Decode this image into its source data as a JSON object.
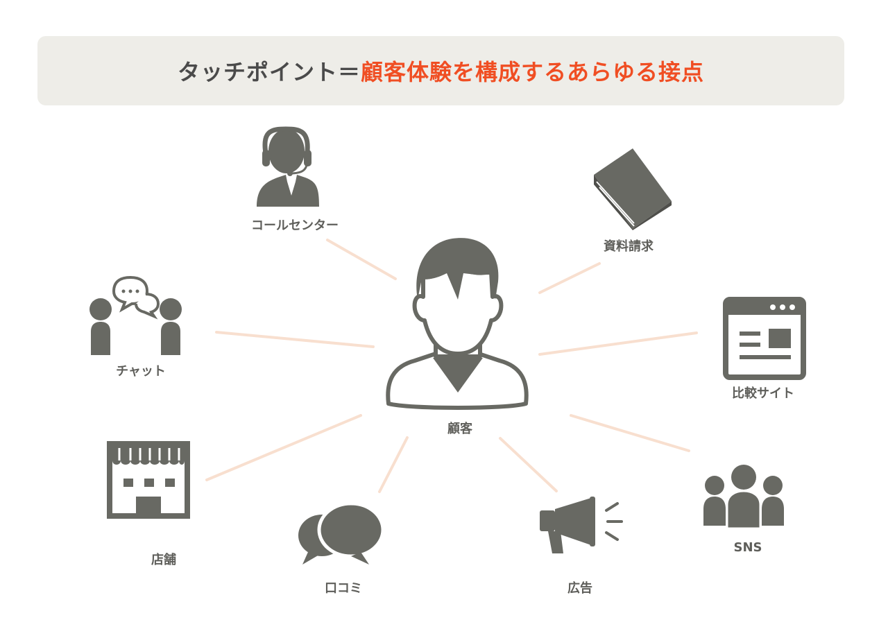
{
  "title": {
    "prefix": "タッチポイント＝",
    "accent": "顧客体験を構成するあらゆる接点"
  },
  "colors": {
    "banner_bg": "#eeede8",
    "title_text": "#4a4a4a",
    "title_accent": "#f04e23",
    "icon": "#686963",
    "connector": "#f8dfcf",
    "label": "#5e5e5a"
  },
  "center": {
    "label": "顧客",
    "icon": "customer-person-icon"
  },
  "touchpoints": [
    {
      "label": "コールセンター",
      "icon": "call-center-operator-icon"
    },
    {
      "label": "資料請求",
      "icon": "brochure-book-icon"
    },
    {
      "label": "チャット",
      "icon": "chat-people-icon"
    },
    {
      "label": "比較サイト",
      "icon": "comparison-website-icon"
    },
    {
      "label": "店舗",
      "icon": "store-icon"
    },
    {
      "label": "SNS",
      "icon": "people-group-icon"
    },
    {
      "label": "口コミ",
      "icon": "speech-bubbles-icon"
    },
    {
      "label": "広告",
      "icon": "megaphone-icon"
    }
  ]
}
